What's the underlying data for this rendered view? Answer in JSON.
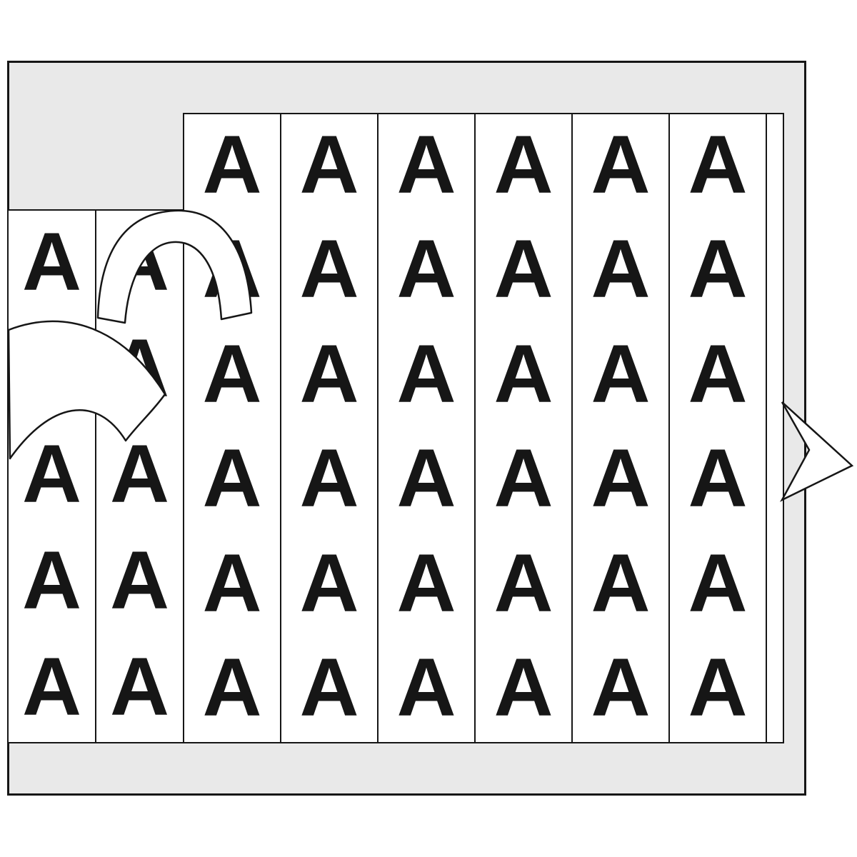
{
  "product": {
    "marker_letter": "A",
    "columns": [
      {
        "rows": 5,
        "size": "short"
      },
      {
        "rows": 5,
        "size": "short"
      },
      {
        "rows": 6,
        "size": "tall"
      },
      {
        "rows": 6,
        "size": "tall"
      },
      {
        "rows": 6,
        "size": "tall"
      },
      {
        "rows": 6,
        "size": "tall"
      },
      {
        "rows": 6,
        "size": "tall"
      },
      {
        "rows": 6,
        "size": "tall"
      },
      {
        "rows": 0,
        "size": "tall"
      }
    ],
    "colors": {
      "page_background": "#ffffff",
      "card_background": "#e9e9e9",
      "label_background": "#ffffff",
      "outline": "#161616",
      "letter": "#161616"
    }
  }
}
